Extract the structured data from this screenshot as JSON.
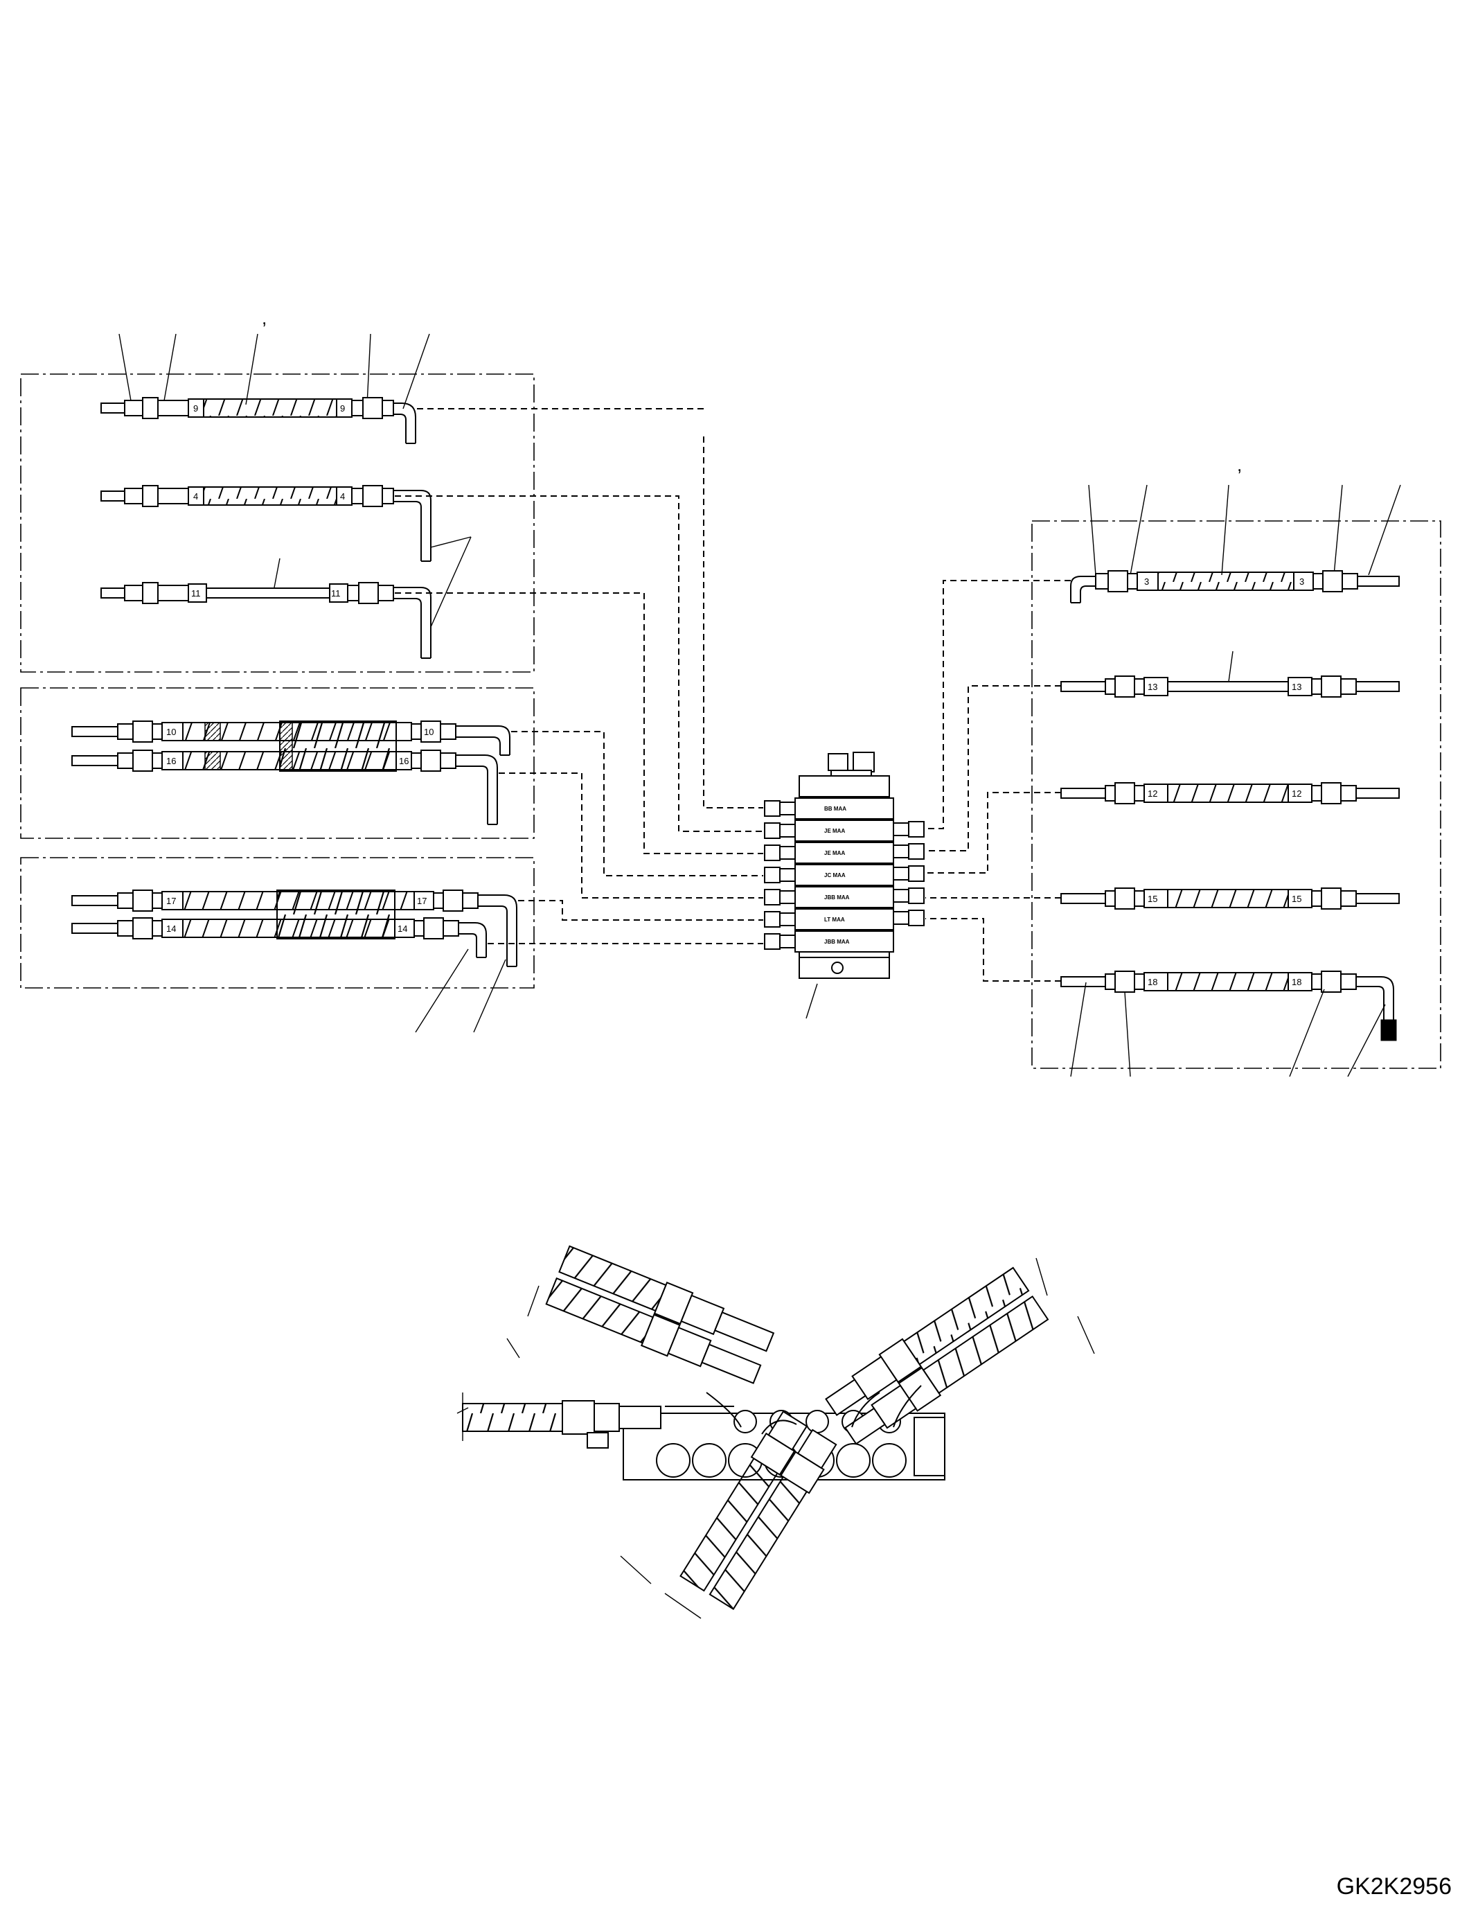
{
  "drawing_code": "GK2K2956",
  "hose_tags": {
    "group_a": [
      "9",
      "4",
      "11"
    ],
    "group_b": [
      "10",
      "16"
    ],
    "group_c": [
      "17",
      "14"
    ],
    "group_d": [
      "3",
      "13",
      "12",
      "15",
      "18"
    ]
  },
  "valve_port_labels": [
    "BB MAA",
    "JE MAA",
    "JE MAA",
    "JC MAA",
    "JBB MAA",
    "LT MAA",
    "JBB MAA"
  ],
  "apostrophe_marks": [
    ",",
    ","
  ]
}
